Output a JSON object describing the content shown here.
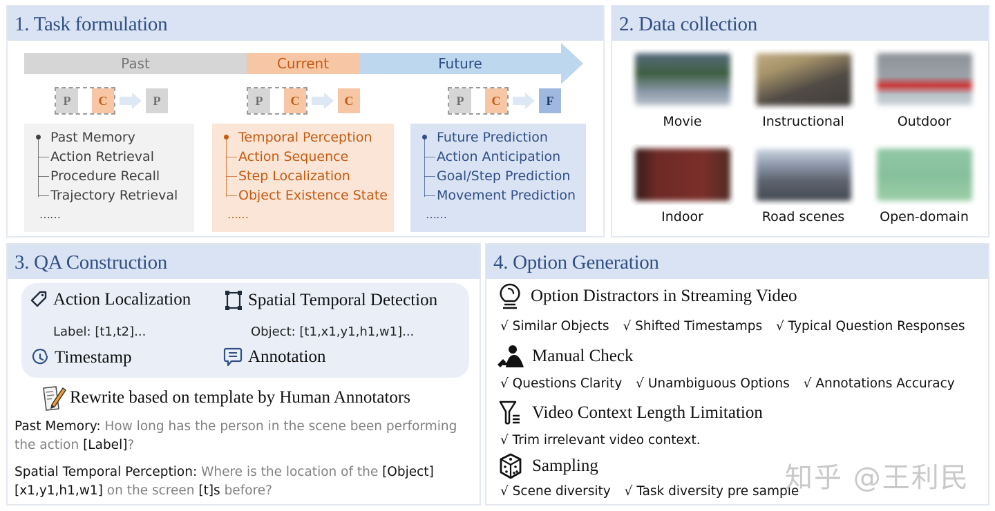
{
  "task_formulation": {
    "title": "1. Task formulation",
    "timeline": {
      "past": "Past",
      "current": "Current",
      "future": "Future"
    },
    "io_groups": [
      {
        "inputs": [
          "P",
          "C"
        ],
        "output": "P"
      },
      {
        "inputs": [
          "P",
          "C"
        ],
        "output": "C"
      },
      {
        "inputs": [
          "P",
          "C"
        ],
        "output": "F"
      }
    ],
    "categories": [
      {
        "head": "Past Memory",
        "items": [
          "Action Retrieval",
          "Procedure Recall",
          "Trajectory Retrieval"
        ],
        "more": "……"
      },
      {
        "head": "Temporal Perception",
        "items": [
          "Action Sequence",
          "Step Localization",
          "Object Existence State"
        ],
        "more": "……"
      },
      {
        "head": "Future Prediction",
        "items": [
          "Action Anticipation",
          "Goal/Step Prediction",
          "Movement Prediction"
        ],
        "more": "……"
      }
    ],
    "colors": {
      "past": "#d6d6d6",
      "current": "#f7c6a5",
      "future": "#bdd7ee"
    }
  },
  "data_collection": {
    "title": "2. Data collection",
    "sources": [
      {
        "label": "Movie"
      },
      {
        "label": "Instructional"
      },
      {
        "label": "Outdoor"
      },
      {
        "label": "Indoor"
      },
      {
        "label": "Road scenes"
      },
      {
        "label": "Open-domain"
      }
    ]
  },
  "qa_construction": {
    "title": "3. QA Construction",
    "annotation_types": [
      {
        "label": "Action Localization",
        "icon": "tag-icon",
        "format": "Label: [t1,t2]..."
      },
      {
        "label": "Spatial Temporal Detection",
        "icon": "bounding-box-icon",
        "format": "Object: [t1,x1,y1,h1,w1]..."
      },
      {
        "label": "Timestamp",
        "icon": "clock-icon"
      },
      {
        "label": "Annotation",
        "icon": "comment-icon"
      }
    ],
    "rewrite_title": "Rewrite based on template by Human Annotators",
    "examples": [
      {
        "key": "Past Memory:",
        "text_a": " How long has the person in the scene been performing the action ",
        "slot_a": "[Label]",
        "text_b": "?"
      },
      {
        "key": "Spatial Temporal Perception:",
        "text_a": " Where is the location of the ",
        "slot_a": "[Object]",
        "slot_b": "[x1,y1,h1,w1]",
        "text_b": " on the screen ",
        "slot_c": "[t]s",
        "text_c": " before?"
      }
    ]
  },
  "option_generation": {
    "title": "4. Option Generation",
    "sections": [
      {
        "heading": "Option Distractors in Streaming Video",
        "icon": "lightbulb-icon",
        "checks": [
          "√ Similar Objects",
          "√ Shifted Timestamps",
          "√ Typical Question Responses"
        ]
      },
      {
        "heading": "Manual Check",
        "icon": "reviewer-icon",
        "checks": [
          "√ Questions Clarity",
          "√ Unambiguous Options",
          "√ Annotations Accuracy"
        ]
      },
      {
        "heading": "Video Context Length Limitation",
        "icon": "filter-icon",
        "checks": [
          "√ Trim irrelevant video context."
        ]
      },
      {
        "heading": "Sampling",
        "icon": "dice-icon",
        "checks": [
          "√ Scene diversity",
          "√ Task diversity pre sample"
        ]
      }
    ],
    "watermark": "知乎 @王利民"
  }
}
